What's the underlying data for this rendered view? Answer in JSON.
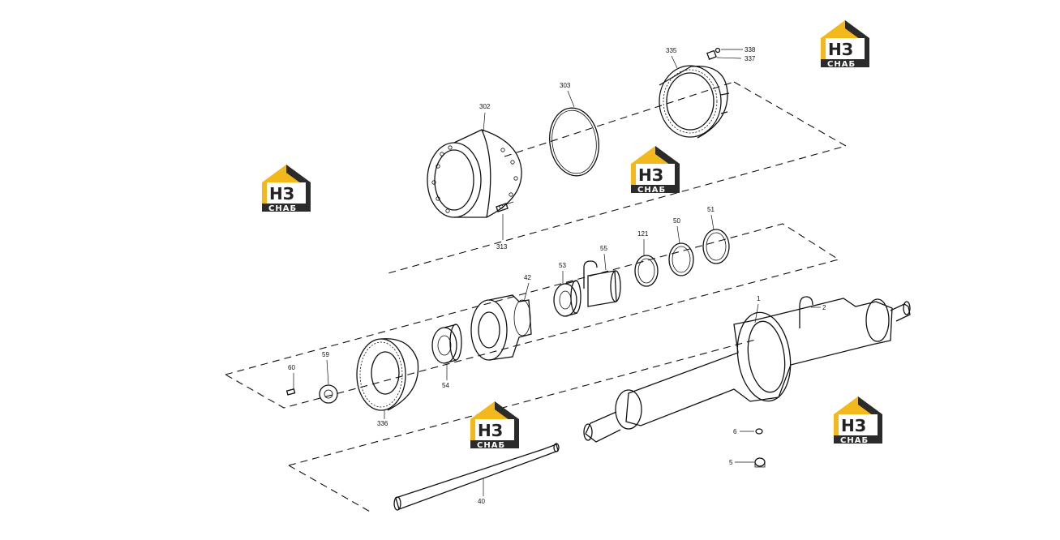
{
  "colors": {
    "logo_yellow": "#f2b81c",
    "logo_dark": "#2b2b2b",
    "line": "#111111"
  },
  "logo": {
    "mark": "НЗ",
    "word": "СНАБ"
  },
  "callouts": {
    "p335": "335",
    "p338": "338",
    "p337": "337",
    "p303": "303",
    "p302": "302",
    "p313": "313",
    "p121": "121",
    "p50": "50",
    "p51": "51",
    "p55": "55",
    "p53": "53",
    "p42": "42",
    "p1": "1",
    "p2": "2",
    "p59": "59",
    "p60": "60",
    "p54": "54",
    "p336": "336",
    "p6": "6",
    "p5": "5",
    "p40": "40"
  }
}
